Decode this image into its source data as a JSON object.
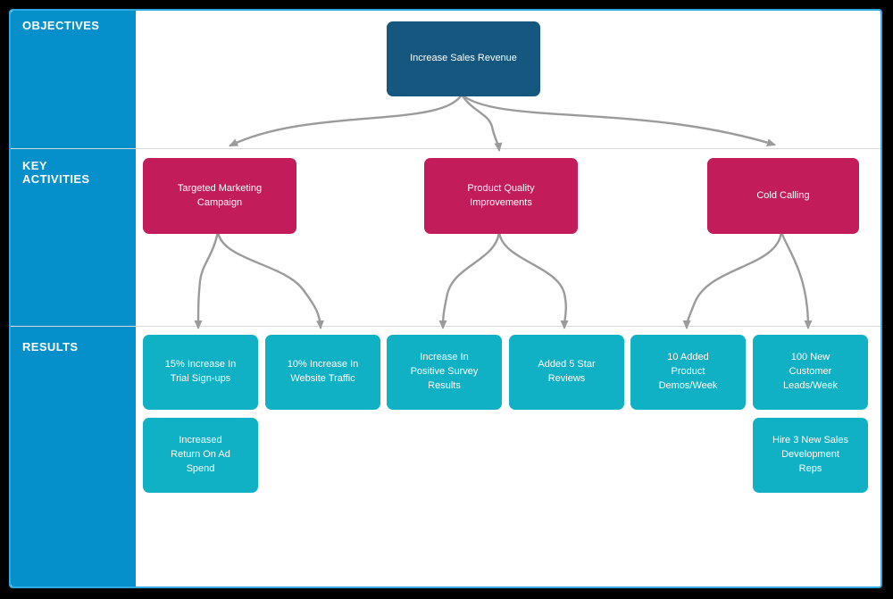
{
  "diagram": {
    "type": "strategy-map-flowchart",
    "lanes": [
      {
        "id": "objectives",
        "label": "OBJECTIVES"
      },
      {
        "id": "key-activities",
        "label": "KEY ACTIVITIES"
      },
      {
        "id": "results",
        "label": "RESULTS"
      }
    ],
    "nodes": {
      "objective": {
        "label": "Increase Sales Revenue"
      },
      "activities": [
        {
          "label": "Targeted Marketing\nCampaign"
        },
        {
          "label": "Product Quality\nImprovements"
        },
        {
          "label": "Cold Calling"
        }
      ],
      "results": [
        {
          "label": "15% Increase In\nTrial Sign-ups"
        },
        {
          "label": "10% Increase In\nWebsite Traffic"
        },
        {
          "label": "Increase In\nPositive Survey\nResults"
        },
        {
          "label": "Added 5 Star\nReviews"
        },
        {
          "label": "10 Added\nProduct\nDemos/Week"
        },
        {
          "label": "100 New\nCustomer\nLeads/Week"
        }
      ],
      "results_row2": [
        {
          "label": "Increased\nReturn On Ad\nSpend"
        },
        {
          "label": "Hire 3 New Sales\nDevelopment\nReps"
        }
      ]
    },
    "edges": [
      {
        "from": "Increase Sales Revenue",
        "to": "Targeted Marketing Campaign"
      },
      {
        "from": "Increase Sales Revenue",
        "to": "Product Quality Improvements"
      },
      {
        "from": "Increase Sales Revenue",
        "to": "Cold Calling"
      },
      {
        "from": "Targeted Marketing Campaign",
        "to": "15% Increase In Trial Sign-ups"
      },
      {
        "from": "Targeted Marketing Campaign",
        "to": "10% Increase In Website Traffic"
      },
      {
        "from": "Product Quality Improvements",
        "to": "Increase In Positive Survey Results"
      },
      {
        "from": "Product Quality Improvements",
        "to": "Added 5 Star Reviews"
      },
      {
        "from": "Cold Calling",
        "to": "10 Added Product Demos/Week"
      },
      {
        "from": "Cold Calling",
        "to": "100 New Customer Leads/Week"
      }
    ],
    "colors": {
      "background": "#000000",
      "canvas": "#ffffff",
      "canvas_border": "#2caae1",
      "sidebar": "#0590cb",
      "objective_node": "#15577e",
      "activity_node": "#c21c5a",
      "result_node": "#10b0c5",
      "connector": "#9b9b9b",
      "divider": "#d9d9d9",
      "text": "#ffffff"
    }
  }
}
